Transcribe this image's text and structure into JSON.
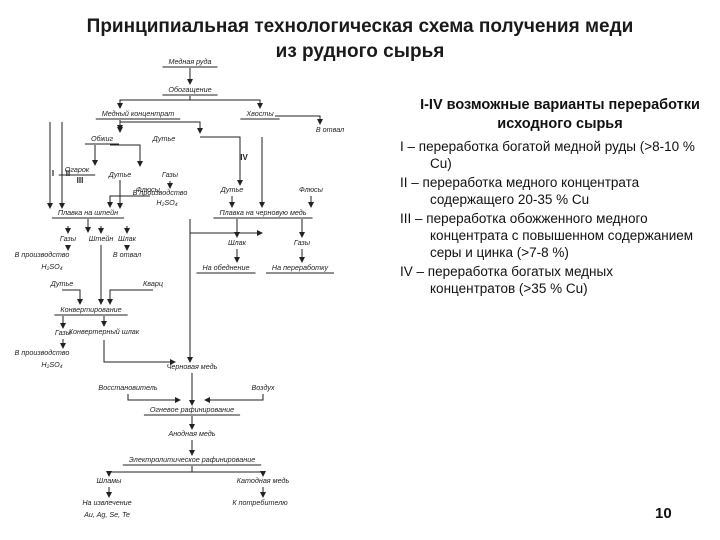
{
  "title": {
    "line1": "Принципиальная технологическая схема получения меди",
    "line2": "из рудного сырья"
  },
  "legend": {
    "heading": "I-IV возможные варианты переработки исходного сырья",
    "items": [
      "I – переработка богатой медной руды (>8-10 % Cu)",
      "II – переработка медного концентрата содержащего 20-35 % Cu",
      "III – переработка обожженного медного концентрата с повышенном содержанием серы и цинка (>7-8 %)",
      "IV – переработка богатых медных концентратов (>35 % Cu)"
    ]
  },
  "page_number": "10",
  "diagram": {
    "nodes": [
      {
        "id": "ore",
        "label": "Медная руда"
      },
      {
        "id": "flotation",
        "label": "Обогащение"
      },
      {
        "id": "concentrate",
        "label": "Медный концентрат"
      },
      {
        "id": "tailings",
        "label": "Хвосты"
      },
      {
        "id": "to_dump",
        "label": "В отвал"
      },
      {
        "id": "roasting",
        "label": "Обжиг"
      },
      {
        "id": "air1",
        "label": "Дутье"
      },
      {
        "id": "gases1",
        "label": "Газы"
      },
      {
        "id": "calcine",
        "label": "Огарок"
      },
      {
        "id": "air2",
        "label": "Дутье"
      },
      {
        "id": "flux1",
        "label": "Флюсы"
      },
      {
        "id": "acid1",
        "label": "В производство"
      },
      {
        "id": "h2so4_1",
        "label": "H₂SO₄"
      },
      {
        "id": "air3",
        "label": "Дутье"
      },
      {
        "id": "flux2",
        "label": "Флюсы"
      },
      {
        "id": "matte_smelt",
        "label": "Плавка на штейн"
      },
      {
        "id": "blister_smelt",
        "label": "Плавка на черновую медь"
      },
      {
        "id": "gases2",
        "label": "Газы"
      },
      {
        "id": "matte",
        "label": "Штейн"
      },
      {
        "id": "slag1",
        "label": "Шлак"
      },
      {
        "id": "slag2",
        "label": "Шлак"
      },
      {
        "id": "gases3",
        "label": "Газы"
      },
      {
        "id": "acid2",
        "label": "В производство"
      },
      {
        "id": "h2so4_2",
        "label": "H₂SO₄"
      },
      {
        "id": "to_dump2",
        "label": "В отвал"
      },
      {
        "id": "to_beneficiation",
        "label": "На обеднение"
      },
      {
        "id": "to_processing",
        "label": "На переработку"
      },
      {
        "id": "air4",
        "label": "Дутье"
      },
      {
        "id": "quartz",
        "label": "Кварц"
      },
      {
        "id": "converting",
        "label": "Конвертирование"
      },
      {
        "id": "gases4",
        "label": "Газы"
      },
      {
        "id": "conv_slag",
        "label": "Конвертерный шлак"
      },
      {
        "id": "acid3",
        "label": "В производство"
      },
      {
        "id": "h2so4_3",
        "label": "H₂SO₄"
      },
      {
        "id": "blister",
        "label": "Черновая медь"
      },
      {
        "id": "reductant",
        "label": "Восстановитель"
      },
      {
        "id": "air5",
        "label": "Воздух"
      },
      {
        "id": "fire_refining",
        "label": "Огневое рафинирование"
      },
      {
        "id": "anode",
        "label": "Анодная медь"
      },
      {
        "id": "electro_refining",
        "label": "Электролитическое рафинирование"
      },
      {
        "id": "slimes",
        "label": "Шламы"
      },
      {
        "id": "cathode",
        "label": "Катодная медь"
      },
      {
        "id": "metals",
        "label": "На извлечение Au, Ag, Se, Te"
      },
      {
        "id": "consumers",
        "label": "К потребителю"
      }
    ],
    "variant_marks": [
      "I",
      "II",
      "III",
      "IV"
    ]
  }
}
